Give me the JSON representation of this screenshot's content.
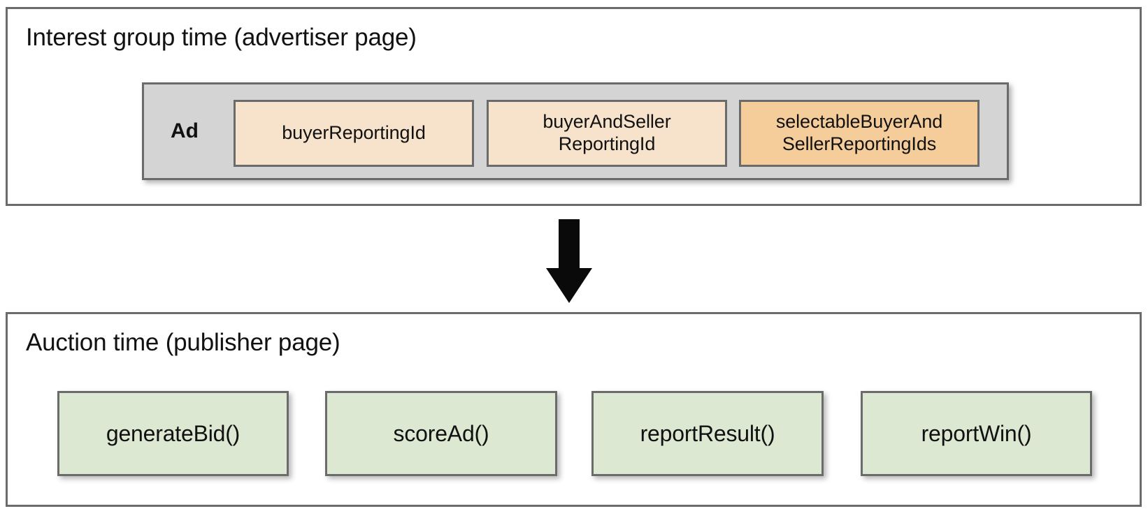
{
  "diagram": {
    "background_color": "#ffffff",
    "border_color": "#6b6b6b"
  },
  "advertiser_section": {
    "title": "Interest group time (advertiser page)",
    "ad_container": {
      "label": "Ad",
      "fill_color": "#d4d4d4",
      "reporting_ids": [
        {
          "label": "buyerReportingId",
          "fill_color": "#f7e3cb"
        },
        {
          "label": "buyerAndSeller\nReportingId",
          "line1": "buyerAndSeller",
          "line2": "ReportingId",
          "fill_color": "#f7e3cb"
        },
        {
          "label": "selectableBuyerAnd\nSellerReportingIds",
          "line1": "selectableBuyerAnd",
          "line2": "SellerReportingIds",
          "fill_color": "#f5cd9a"
        }
      ]
    }
  },
  "flow": {
    "arrow_icon": "down-arrow-icon",
    "arrow_color": "#0a0a0a",
    "direction": "down"
  },
  "publisher_section": {
    "title": "Auction time (publisher page)",
    "functions": [
      {
        "label": "generateBid()",
        "fill_color": "#dde8d2"
      },
      {
        "label": "scoreAd()",
        "fill_color": "#dde8d2"
      },
      {
        "label": "reportResult()",
        "fill_color": "#dde8d2"
      },
      {
        "label": "reportWin()",
        "fill_color": "#dde8d2"
      }
    ]
  }
}
